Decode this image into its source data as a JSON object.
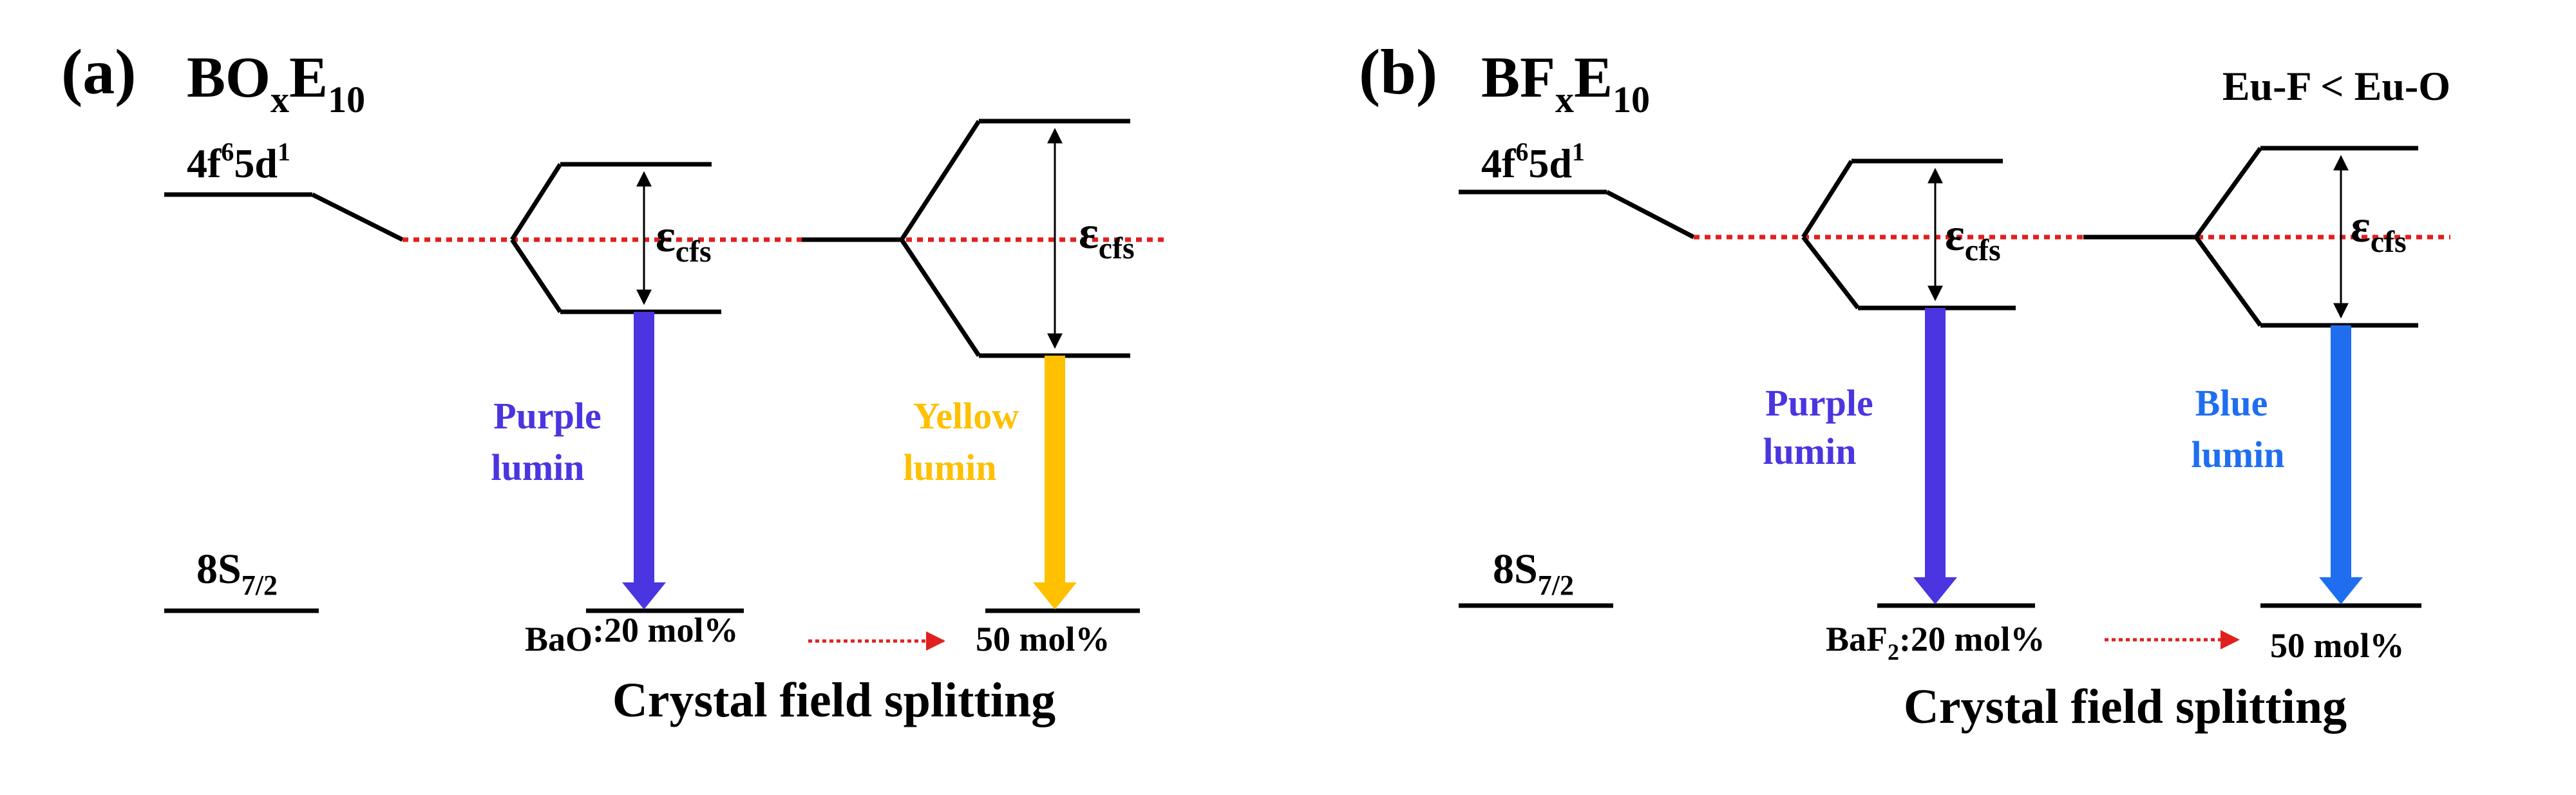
{
  "panels": [
    {
      "id": "a",
      "label": "(a)",
      "composition": {
        "base": "BO",
        "sub": "x",
        "tail": "E",
        "tail_sub": "10"
      },
      "excited_state": {
        "base": "4f",
        "sup": "6",
        "mid": "5d",
        "sup2": "1"
      },
      "ground_state": {
        "base": "8S",
        "sub": "7/2"
      },
      "cfs": {
        "base": "ε",
        "sub": "cfs"
      },
      "left": {
        "lum_line1": "Purple",
        "lum_line2": "lumin",
        "color": "#4A35E0",
        "conc_base": "BaO",
        "conc_sub": "",
        "conc_tail": ":20 mol%"
      },
      "right": {
        "lum_line1": "Yellow",
        "lum_line2": "lumin",
        "color": "#FFC000",
        "conc": "50 mol%"
      },
      "caption": "Crystal field splitting",
      "annotation": ""
    },
    {
      "id": "b",
      "label": "(b)",
      "composition": {
        "base": "BF",
        "sub": "x",
        "tail": "E",
        "tail_sub": "10"
      },
      "excited_state": {
        "base": "4f",
        "sup": "6",
        "mid": "5d",
        "sup2": "1"
      },
      "ground_state": {
        "base": "8S",
        "sub": "7/2"
      },
      "cfs": {
        "base": "ε",
        "sub": "cfs"
      },
      "left": {
        "lum_line1": "Purple",
        "lum_line2": "lumin",
        "color": "#4A35E0",
        "conc_base": "BaF",
        "conc_sub": "2",
        "conc_tail": ":20 mol%"
      },
      "right": {
        "lum_line1": "Blue",
        "lum_line2": "lumin",
        "color": "#1F6EF0",
        "conc": "50 mol%"
      },
      "caption": "Crystal field splitting",
      "annotation": "Eu-F < Eu-O"
    }
  ],
  "colors": {
    "line": "#000000",
    "dotted": "#E0201E"
  }
}
